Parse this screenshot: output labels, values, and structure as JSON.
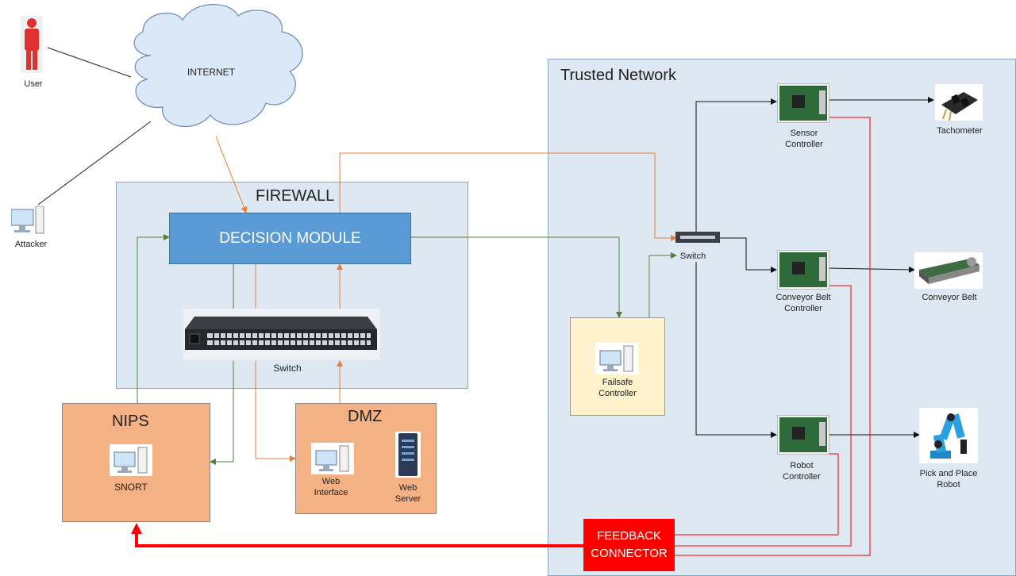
{
  "labels": {
    "internet": "INTERNET",
    "user": "User",
    "attacker": "Attacker",
    "firewall": "FIREWALL",
    "decision_module": "DECISION MODULE",
    "switch_main": "Switch",
    "nips": "NIPS",
    "snort": "SNORT",
    "dmz": "DMZ",
    "web_interface": "Web Interface",
    "web_server": "Web Server",
    "trusted_network": "Trusted Network",
    "switch_trusted": "Switch",
    "failsafe_controller": "Failsafe Controller",
    "sensor_controller": "Sensor Controller",
    "conveyor_belt_controller": "Conveyor Belt Controller",
    "robot_controller": "Robot Controller",
    "tachometer": "Tachometer",
    "conveyor_belt": "Conveyor Belt",
    "pick_and_place_robot": "Pick and Place Robot",
    "feedback_connector": "FEEDBACK CONNECTOR"
  },
  "colors": {
    "orange_link": "#ed7d31",
    "green_link": "#548235",
    "red_link": "#ff0000",
    "firewall_fill": "#dde8f3",
    "decision_fill": "#5b9bd5",
    "zone_fill": "#f4b183",
    "failsafe_fill": "#fff2cc",
    "feedback_fill": "#ff0000"
  }
}
